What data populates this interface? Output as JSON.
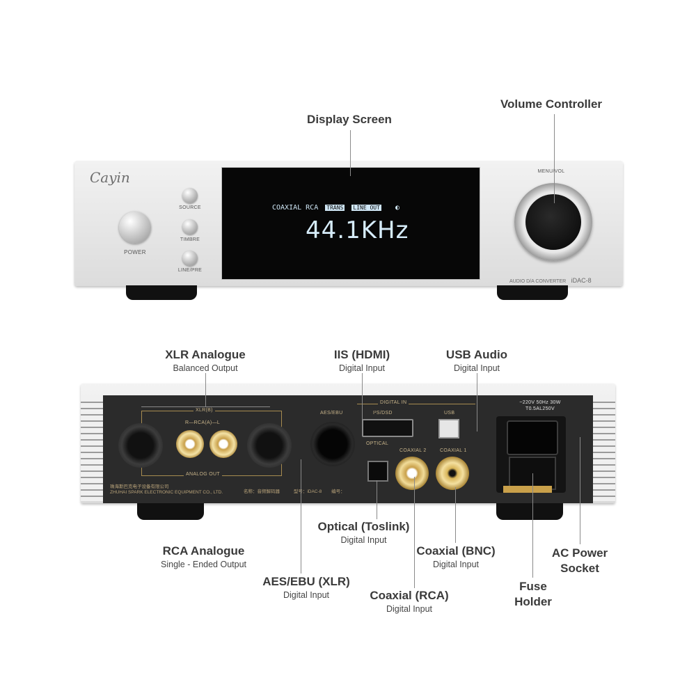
{
  "front": {
    "brand": "Cayin",
    "power_label": "POWER",
    "buttons": [
      "SOURCE",
      "TIMBRE",
      "LINE/PRE"
    ],
    "display": {
      "tag_coaxial": "COAXIAL RCA",
      "tag_trans": "TRANS",
      "tag_lineout": "LINE OUT",
      "frequency": "44.1KHz"
    },
    "knob_label": "MENU/VOL",
    "model_text": "AUDIO D/A CONVERTER",
    "model": "iDAC-8"
  },
  "rear": {
    "xlr_b": "XLR(B)",
    "rca_a": "R—RCA(A)—L",
    "analog_out": "ANALOG OUT",
    "aes_ebu": "AES/EBU",
    "digital_in": "DIGITAL IN",
    "i2s_dsd": "I²S/DSD",
    "usb": "USB",
    "optical": "OPTICAL",
    "coaxial2": "COAXIAL 2",
    "coaxial1": "COAXIAL 1",
    "power_rating": "~220V 50Hz 30W",
    "fuse_rating": "T0.5AL250V",
    "maker_cn": "珠海斯巴克电子设备有限公司",
    "maker_en": "ZHUHAI SPARK ELECTRONIC EQUIPMENT CO., LTD.",
    "name_cn": "名称：音频解码器",
    "model_cn": "型号：iDAC-8",
    "number_cn": "编号："
  },
  "callouts": {
    "display_screen": {
      "title": "Display Screen"
    },
    "volume_controller": {
      "title": "Volume Controller"
    },
    "xlr_analogue": {
      "title": "XLR Analogue",
      "sub": "Balanced Output"
    },
    "iis_hdmi": {
      "title": "IIS (HDMI)",
      "sub": "Digital Input"
    },
    "usb_audio": {
      "title": "USB Audio",
      "sub": "Digital Input"
    },
    "rca_analogue": {
      "title": "RCA Analogue",
      "sub": "Single - Ended Output"
    },
    "optical": {
      "title": "Optical (Toslink)",
      "sub": "Digital Input"
    },
    "aes_ebu": {
      "title": "AES/EBU (XLR)",
      "sub": "Digital Input"
    },
    "coaxial_bnc": {
      "title": "Coaxial (BNC)",
      "sub": "Digital Input"
    },
    "coaxial_rca": {
      "title": "Coaxial (RCA)",
      "sub": "Digital Input"
    },
    "ac_power": {
      "title": "AC Power Socket"
    },
    "fuse_holder": {
      "title": "Fuse Holder"
    }
  },
  "colors": {
    "chassis_silver": "#e6e6e6",
    "screen_black": "#0a0a0a",
    "display_text": "#cfe6f5",
    "rear_panel": "#2b2b2b",
    "gold": "#c9a04a"
  }
}
